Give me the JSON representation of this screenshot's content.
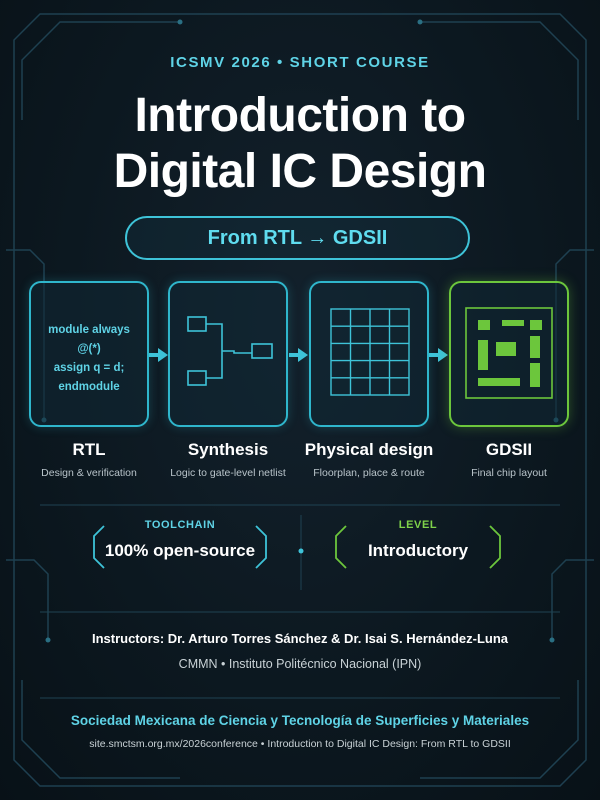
{
  "header": {
    "kicker": "ICSMV 2026 • SHORT COURSE",
    "title_line1": "Introduction to",
    "title_line2": "Digital IC Design",
    "subtitle": "From RTL → GDSII"
  },
  "stages": [
    {
      "name": "RTL",
      "description": "Design & verification",
      "code": [
        "module always",
        "@(*)",
        "assign q = d;",
        "endmodule"
      ]
    },
    {
      "name": "Synthesis",
      "description": "Logic to gate-level netlist"
    },
    {
      "name": "Physical design",
      "description": "Floorplan, place & route"
    },
    {
      "name": "GDSII",
      "description": "Final chip layout"
    }
  ],
  "info": {
    "toolchain_label": "TOOLCHAIN",
    "toolchain_value": "100% open-source",
    "level_label": "LEVEL",
    "level_value": "Introductory"
  },
  "instructors": "Instructors: Dr. Arturo Torres Sánchez & Dr. Isai S. Hernández-Luna",
  "affiliation": "CMMN • Instituto Politécnico Nacional (IPN)",
  "society": "Sociedad Mexicana de Ciencia y Tecnología de Superficies y Materiales",
  "footer": "site.smctsm.org.mx/2026conference • Introduction to Digital IC Design: From RTL to GDSII",
  "colors": {
    "background": "#0c1820",
    "accent_cyan": "#3ec3d8",
    "accent_green": "#6cc63c",
    "text": "#ffffff"
  }
}
